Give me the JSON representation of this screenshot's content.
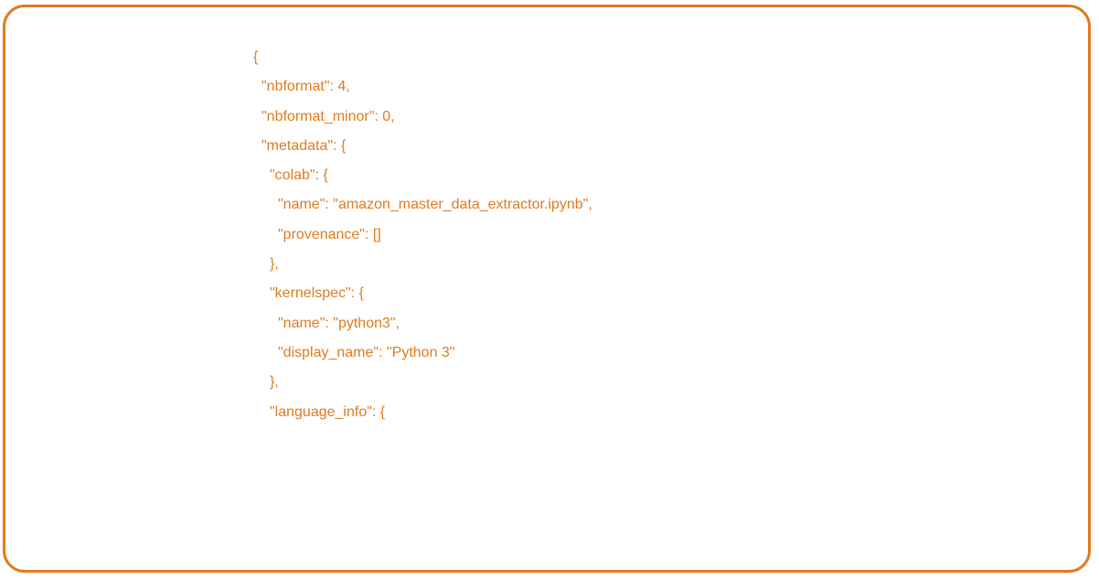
{
  "colors": {
    "accent": "#e07b20",
    "background": "#ffffff"
  },
  "code_lines": [
    {
      "indent": 0,
      "text": "{"
    },
    {
      "indent": 1,
      "text": "\"nbformat\": 4,"
    },
    {
      "indent": 1,
      "text": "\"nbformat_minor\": 0,"
    },
    {
      "indent": 1,
      "text": "\"metadata\": {"
    },
    {
      "indent": 2,
      "text": "\"colab\": {"
    },
    {
      "indent": 3,
      "text": "\"name\": \"amazon_master_data_extractor.ipynb\","
    },
    {
      "indent": 3,
      "text": "\"provenance\": []"
    },
    {
      "indent": 2,
      "text": "},"
    },
    {
      "indent": 2,
      "text": "\"kernelspec\": {"
    },
    {
      "indent": 3,
      "text": "\"name\": \"python3\","
    },
    {
      "indent": 3,
      "text": "\"display_name\": \"Python 3\""
    },
    {
      "indent": 2,
      "text": "},"
    },
    {
      "indent": 2,
      "text": "\"language_info\": {"
    }
  ]
}
